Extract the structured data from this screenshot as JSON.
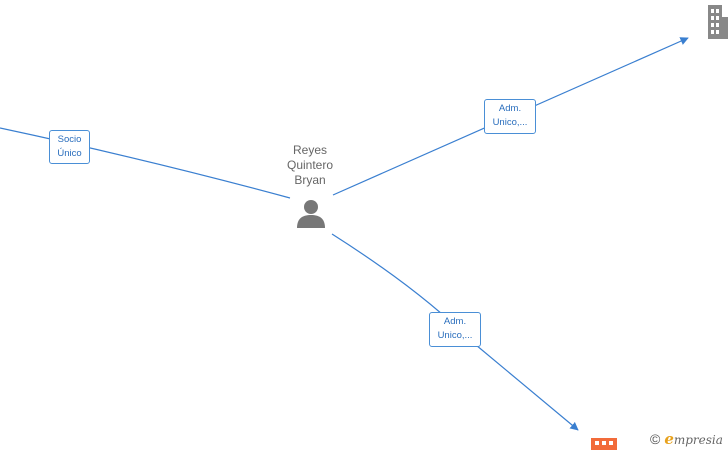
{
  "person": {
    "name_lines": [
      "Reyes",
      "Quintero",
      "Bryan"
    ],
    "icon": "person-icon"
  },
  "relations": [
    {
      "label_lines": [
        "Socio",
        "Único"
      ]
    },
    {
      "label_lines": [
        "Adm.",
        "Unico,..."
      ]
    },
    {
      "label_lines": [
        "Adm.",
        "Unico,..."
      ]
    }
  ],
  "companies": [
    {
      "icon": "building-icon",
      "color": "#888888"
    },
    {
      "icon": "building-icon",
      "color": "#f26b3a"
    }
  ],
  "watermark": {
    "copyright": "©",
    "brand_initial": "e",
    "brand_rest": "mpresia"
  },
  "colors": {
    "edge": "#3a7fd0",
    "label_border": "#4a8fd6",
    "label_text": "#2a6ebd",
    "person_icon": "#777777"
  }
}
